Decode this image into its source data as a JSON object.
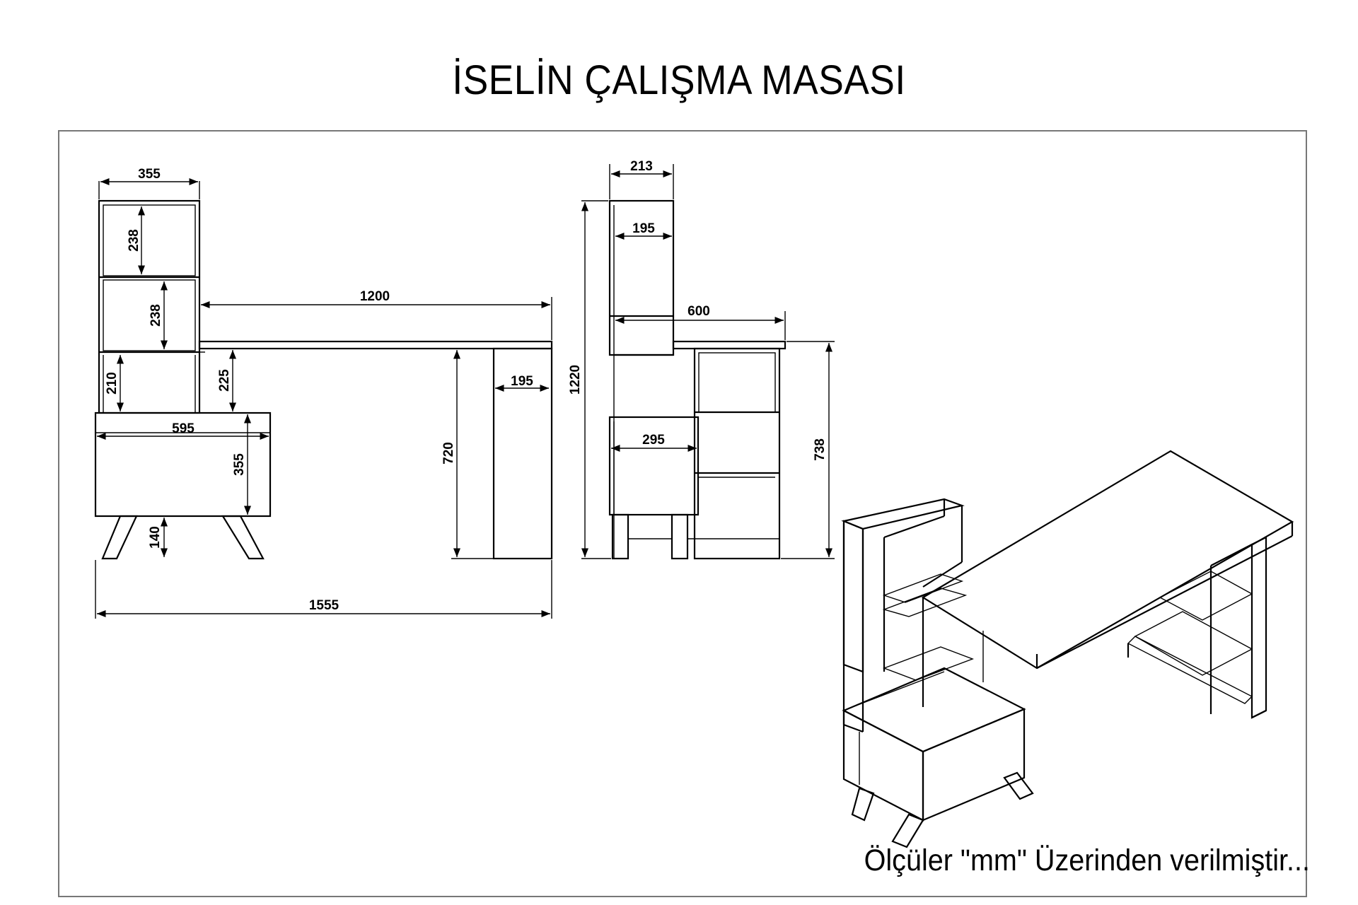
{
  "title": "İSELİN ÇALIŞMA MASASI",
  "note": "Ölçüler \"mm\" Üzerinden verilmiştir...",
  "front_view": {
    "shelf_width": "355",
    "shelf_upper_height": "238",
    "shelf_middle_height": "238",
    "shelf_lower_height": "210",
    "desk_width": "1200",
    "desk_gap_height": "225",
    "cabinet_width": "595",
    "cabinet_height": "355",
    "leg_height": "140",
    "desk_height": "720",
    "side_panel_width": "195",
    "total_width": "1555"
  },
  "side_view": {
    "top_depth": "213",
    "shelf_depth": "195",
    "desk_depth": "600",
    "cabinet_depth": "295",
    "total_height": "1220",
    "desk_height": "738"
  }
}
